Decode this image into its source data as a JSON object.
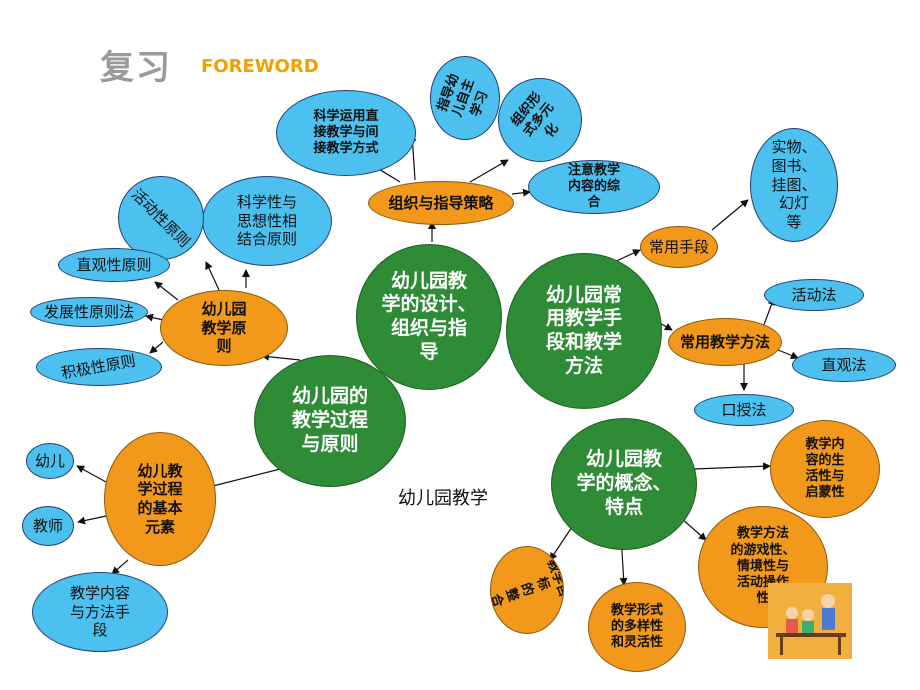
{
  "header": {
    "title": "复习",
    "subtitle": "FOREWORD"
  },
  "center_label": "幼儿园教学",
  "nodes": {
    "design": "幼儿园教\n学的设计、\n组织与指\n导",
    "common": "幼儿园常\n用教学手\n段和教学\n方法",
    "process": "幼儿园的\n教学过程\n与原则",
    "concept": "幼儿园教\n学的概念、\n特点",
    "strategy": "组织与指导策略",
    "principles": "幼儿园\n教学原\n则",
    "elements": "幼儿教\n学过程\n的基本\n元素",
    "means": "常用手段",
    "methods": "常用教学方法",
    "s1": "科学运用直\n接教学与间\n接教学方式",
    "s2": "指导幼\n儿自主\n学习",
    "s3": "组织形\n式多元\n化",
    "s4": "注意教学\n内容的综\n合",
    "p1": "科学性与\n思想性相\n结合原则",
    "p2": "活动性原则",
    "p3": "直观性原则",
    "p4": "发展性原则法",
    "p5": "积极性原则",
    "e1": "幼儿",
    "e2": "教师",
    "e3": "教学内容\n与方法手\n段",
    "m1": "实物、\n图书、\n挂图、\n幻灯\n等",
    "t1": "活动法",
    "t2": "直观法",
    "t3": "口授法",
    "c1": "教学内\n容的生\n活性与\n启蒙性",
    "c2": "教学方法\n的游戏性、\n情境性与\n活动操作\n性",
    "c3": "教学形式\n的多样性\n和灵活性",
    "c4": "教学目\n标\n的\n整\n合"
  },
  "colors": {
    "green": "#2e8b36",
    "orange": "#f2981a",
    "blue": "#4cc0ee",
    "title_gray": "#9a9a9a",
    "subtitle_orange": "#f2a000"
  },
  "clipart": "teacher-and-children-illustration"
}
